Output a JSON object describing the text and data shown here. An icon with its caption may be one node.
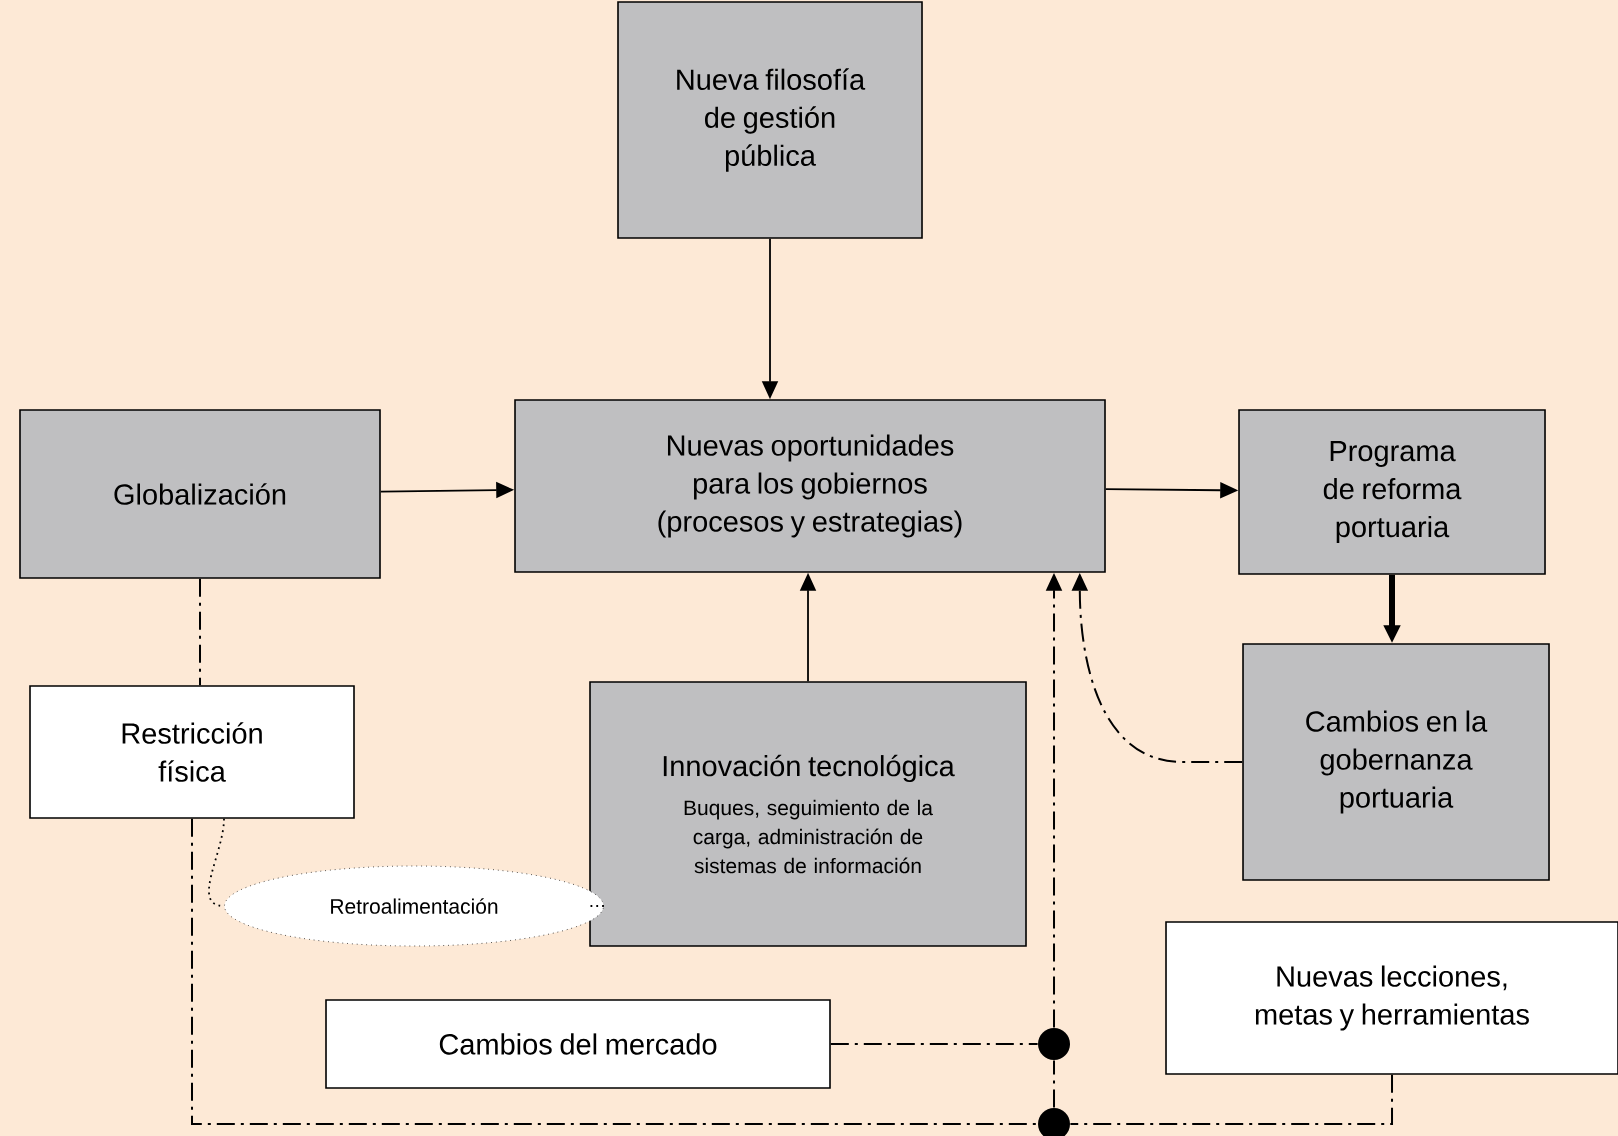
{
  "diagram": {
    "nodes": [
      {
        "text": [
          "Nueva filosofía de gestión pública"
        ]
      },
      {
        "text": [
          "Globalización"
        ]
      },
      {
        "text": [
          "Nuevas oportunidades para los gobiernos (procesos y estrategias)"
        ]
      },
      {
        "text": [
          "Programa de reforma portuaria"
        ]
      },
      {
        "text": [
          "Restricción física"
        ]
      },
      {
        "text": [
          "Innovación tecnológica",
          "Buques, seguimiento de la carga, administración de sistemas de información"
        ]
      },
      {
        "text": [
          "Cambios en la gobernanza portuaria"
        ]
      },
      {
        "text": [
          "Retroalimentación"
        ]
      },
      {
        "text": [
          "Cambios del mercado"
        ]
      },
      {
        "text": [
          "Nuevas lecciones, metas y herramientas"
        ]
      },
      {
        "text": [],
        "shape": "circle"
      },
      {
        "text": [],
        "shape": "circle"
      }
    ],
    "edges": [
      {
        "from": 0,
        "to": 2,
        "arrow": "to"
      },
      {
        "from": 1,
        "to": 2,
        "arrow": "to"
      },
      {
        "from": 2,
        "to": 3,
        "arrow": "to"
      },
      {
        "from": 3,
        "to": 6,
        "arrow": "to",
        "style": "thick"
      },
      {
        "from": 5,
        "to": 2,
        "arrow": "to"
      },
      {
        "from": 6,
        "to": 2,
        "arrow": "to",
        "style": "dashed"
      },
      {
        "from": 1,
        "to": 4,
        "arrow": "none",
        "style": "dashed"
      },
      {
        "from": 4,
        "to": 7,
        "arrow": "none",
        "style": "dashed"
      },
      {
        "from": 7,
        "to": 5,
        "arrow": "none",
        "style": "dashed"
      },
      {
        "from": 8,
        "to": 10,
        "arrow": "none",
        "style": "dashed"
      },
      {
        "from": 10,
        "to": 2,
        "arrow": "to",
        "style": "dashed"
      },
      {
        "from": 11,
        "to": 10,
        "arrow": "none",
        "style": "dashed"
      },
      {
        "from": 4,
        "to": 11,
        "arrow": "none",
        "style": "dashed"
      },
      {
        "from": 9,
        "to": 11,
        "arrow": "none",
        "style": "dashed"
      }
    ]
  }
}
